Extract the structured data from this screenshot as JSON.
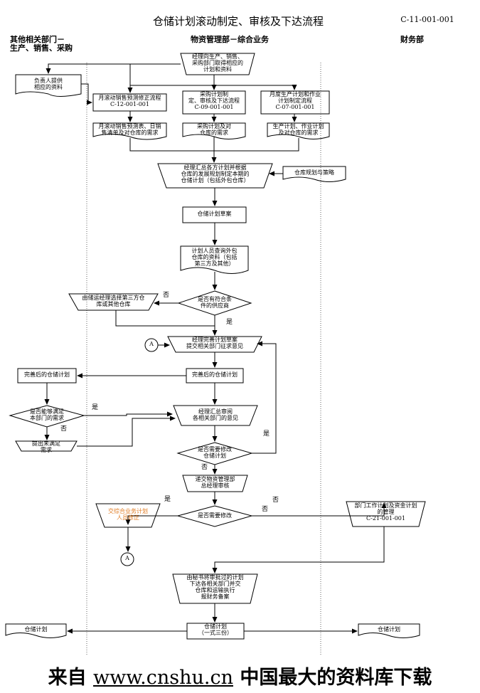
{
  "page": {
    "title": "仓储计划滚动制定、审核及下达流程",
    "doc_code": "C-11-001-001"
  },
  "lanes": {
    "left": [
      "其他相关部门－",
      "生产、销售、采购"
    ],
    "middle": "物资管理部－综合业务",
    "right": "财务部"
  },
  "nodes": {
    "gather": [
      "经理向生产、销售、",
      "采购部门取得相应的",
      "计划和资料"
    ],
    "provider": [
      "负责人提供",
      "相应的资料"
    ],
    "sales_flow": [
      "月滚动销售预测修正流程",
      "C-12-001-001"
    ],
    "purchase_flow": [
      "采购计划制",
      "定、审核及下达流程",
      "C-09-001-001"
    ],
    "production_flow": [
      "月度生产计划和作业",
      "计划制定流程",
      "C-07-001-001"
    ],
    "sales_doc": [
      "月滚动销售预测表、日销",
      "售清单及对仓库的需求"
    ],
    "purchase_doc": [
      "采购计划及对",
      "仓库的需求"
    ],
    "production_doc": [
      "生产计划、作业计划",
      "及对仓库的需求"
    ],
    "summarize": [
      "经理汇总各方计划并根据",
      "仓库的发展规划制定本期的",
      "仓储计划（包括外包仓库）"
    ],
    "strategy": "仓库规划与策略",
    "draft": "仓储计划草案",
    "query": [
      "计划人员查询外包",
      "仓库的资料（包括",
      "第三方及其他）"
    ],
    "supply_decision": [
      "是否有符合条",
      "件的供应商"
    ],
    "third_party": [
      "由储运经理选择第三方仓",
      "库或其他仓库"
    ],
    "connector": "A",
    "refine": [
      "经理完善计划草案",
      "提交相关部门征求意见"
    ],
    "improved_left": "完善后的仓储计划",
    "improved_mid": "完善后的仓储计划",
    "satisfy_decision": [
      "是否能够满足",
      "本部门的需求"
    ],
    "unmet": [
      "提出未满足",
      "需求"
    ],
    "review": [
      "经理汇总审阅",
      "各相关部门的意见"
    ],
    "modify_decision": [
      "是否需要修改",
      "仓储计划"
    ],
    "submit": [
      "递交物资管理部",
      "总经理审核"
    ],
    "modify2_decision": "是否需要修改",
    "orange_box": [
      "交综合业务计划",
      "人员修正"
    ],
    "finance_mgmt": [
      "部门工作计划及资金计划",
      "的管理",
      "C-21-001-001"
    ],
    "secretary": [
      "由秘书将审批过的计划",
      "下达各相关部门并交",
      "仓库和运输执行",
      "报财务备案"
    ],
    "final_mid": [
      "仓储计划",
      "（一式三份）"
    ],
    "final_left": "仓储计划",
    "final_right": "仓储计划"
  },
  "edge_labels": {
    "no": "否",
    "yes": "是"
  },
  "footer": {
    "prefix": "来自 ",
    "url": "www.cnshu.cn",
    "suffix": " 中国最大的资料库下载"
  },
  "colors": {
    "stroke": "#000000",
    "highlight": "#e07b22",
    "lane_divider": "#666666"
  }
}
